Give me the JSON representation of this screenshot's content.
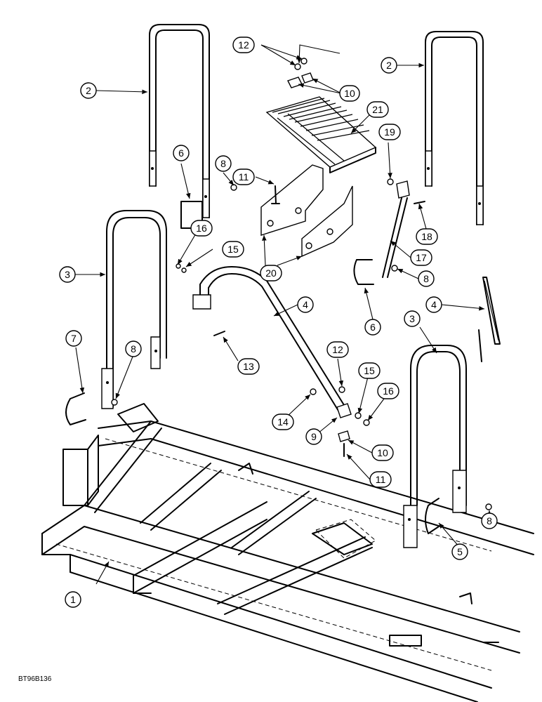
{
  "drawing_code": "BT96B136",
  "callouts": [
    {
      "label": "1"
    },
    {
      "label": "2"
    },
    {
      "label": "2"
    },
    {
      "label": "3"
    },
    {
      "label": "3"
    },
    {
      "label": "4"
    },
    {
      "label": "4"
    },
    {
      "label": "5"
    },
    {
      "label": "6"
    },
    {
      "label": "6"
    },
    {
      "label": "7"
    },
    {
      "label": "8"
    },
    {
      "label": "8"
    },
    {
      "label": "8"
    },
    {
      "label": "8"
    },
    {
      "label": "9"
    },
    {
      "label": "10"
    },
    {
      "label": "10"
    },
    {
      "label": "11"
    },
    {
      "label": "11"
    },
    {
      "label": "12"
    },
    {
      "label": "12"
    },
    {
      "label": "13"
    },
    {
      "label": "14"
    },
    {
      "label": "15"
    },
    {
      "label": "15"
    },
    {
      "label": "16"
    },
    {
      "label": "16"
    },
    {
      "label": "17"
    },
    {
      "label": "18"
    },
    {
      "label": "19"
    },
    {
      "label": "20"
    },
    {
      "label": "21"
    }
  ]
}
